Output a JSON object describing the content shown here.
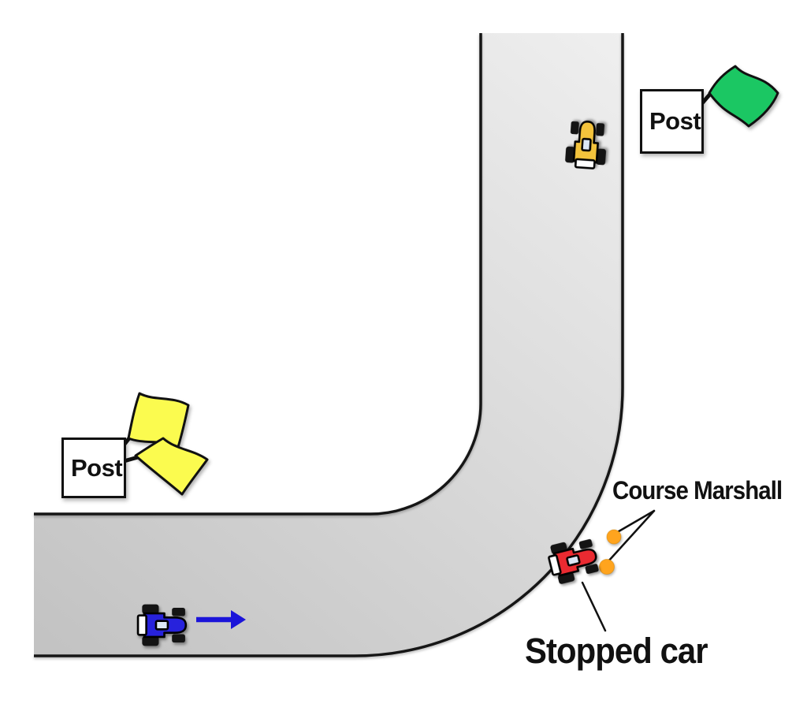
{
  "diagram": {
    "description": "Race track corner diagram showing flag posts, a stopped car and course marshalls"
  },
  "labels": {
    "post_left": "Post",
    "post_right": "Post",
    "course_marshall": "Course Marshall",
    "stopped_car": "Stopped car"
  },
  "icons": {
    "green_flag": "green-flag-icon",
    "yellow_flags": "double-yellow-flag-icon",
    "blue_kart": "blue-kart-icon",
    "yellow_kart": "yellow-kart-icon",
    "red_kart": "red-kart-icon",
    "marshall": "course-marshall-dot",
    "direction": "direction-arrow-icon"
  },
  "colors": {
    "road_light": "#efefef",
    "road_dark": "#c3c3c3",
    "road_border": "#161616",
    "green_flag": "#1bc763",
    "yellow_flag": "#fbfb4f",
    "blue_car": "#2722dc",
    "yellow_car": "#f3c33c",
    "red_car": "#ea2a31",
    "marshall_dot": "#ffa41e",
    "direction_arrow": "#1b14d9"
  }
}
